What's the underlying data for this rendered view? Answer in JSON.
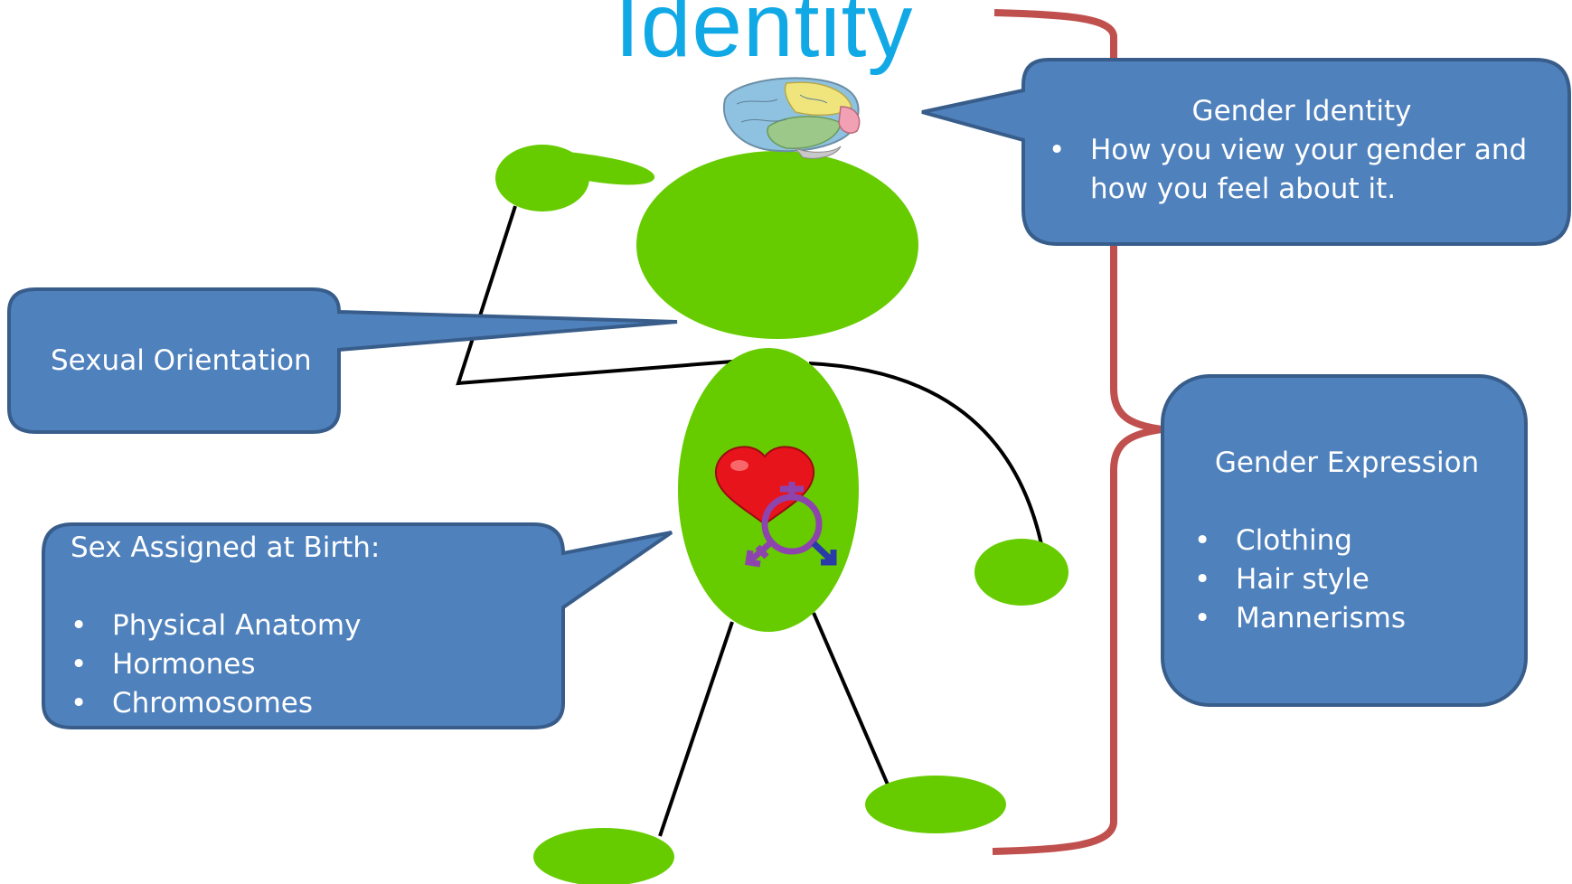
{
  "title": "Identity",
  "callouts": {
    "gender_identity": {
      "heading": "Gender Identity",
      "bullets": [
        "How you view your gender and how you feel about it."
      ]
    },
    "sexual_orientation": {
      "heading": "Sexual Orientation"
    },
    "sex_assigned": {
      "heading": "Sex Assigned at Birth:",
      "bullets": [
        "Physical Anatomy",
        "Hormones",
        "Chromosomes"
      ]
    },
    "gender_expression": {
      "heading": "Gender Expression",
      "bullets": [
        "Clothing",
        "Hair style",
        "Mannerisms"
      ]
    }
  },
  "colors": {
    "title": "#10a9e6",
    "callout_fill": "#4f81bd",
    "callout_border": "#385d8a",
    "figure_green": "#66cc00",
    "bracket_red": "#c0504d",
    "heart_red": "#e8141c",
    "symbol_purple": "#8e44ad",
    "symbol_blue": "#2a3aa8"
  },
  "icons": [
    "brain-icon",
    "heart-icon",
    "transgender-symbol-icon"
  ]
}
